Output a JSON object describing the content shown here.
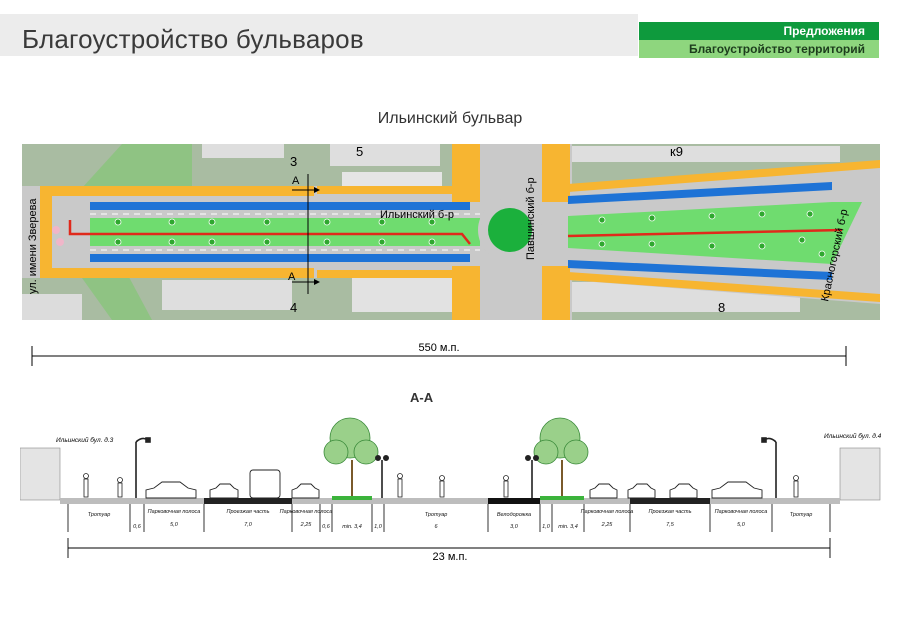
{
  "header": {
    "title": "Благоустройство бульваров",
    "tag_primary": "Предложения",
    "tag_secondary": "Благоустройство территорий"
  },
  "plan": {
    "title": "Ильинский бульвар",
    "streets": {
      "zvereva": "ул. имени Зверева",
      "ilyinsky": "Ильинский б-р",
      "pavshinsky": "Павшинский б-р",
      "krasnogorsky": "Красногорский б-р"
    },
    "building_numbers": {
      "top_left": "3",
      "top_mid": "5",
      "top_right": "к9",
      "bottom_left": "4",
      "bottom_right": "8"
    },
    "cut_label": "А",
    "total_length": "550 м.п."
  },
  "section": {
    "title": "А-А",
    "left_building": "Ильинский бул. д.3",
    "right_building": "Ильинский бул. д.4",
    "total_width": "23 м.п.",
    "segments": [
      {
        "label": "Тротуар",
        "value": ""
      },
      {
        "label": "",
        "value": "0,6"
      },
      {
        "label": "Парковочная полоса",
        "value": "5,0"
      },
      {
        "label": "Проезжая часть",
        "value": "7,0"
      },
      {
        "label": "Парковочная полоса",
        "value": "2,25"
      },
      {
        "label": "",
        "value": "0,6"
      },
      {
        "label": "",
        "value": "min. 3,4"
      },
      {
        "label": "",
        "value": "1,0"
      },
      {
        "label": "Тротуар",
        "value": "6"
      },
      {
        "label": "Велодорожка",
        "value": "3,0"
      },
      {
        "label": "",
        "value": "1,0"
      },
      {
        "label": "",
        "value": "min. 3,4"
      },
      {
        "label": "Парковочная полоса",
        "value": "2,25"
      },
      {
        "label": "Проезжая часть",
        "value": "7,5"
      },
      {
        "label": "Парковочная полоса",
        "value": "5,0"
      },
      {
        "label": "Тротуар",
        "value": ""
      }
    ]
  },
  "colors": {
    "header_green": "#0e9a3d",
    "header_light_green": "#8ed67e",
    "lawn": "#6fdc6f",
    "road": "#c8c8c8",
    "sidewalk": "#f7b531",
    "bike_lane": "#e0291b",
    "parking": "#1e73d6",
    "roundabout": "#1bb03c"
  }
}
